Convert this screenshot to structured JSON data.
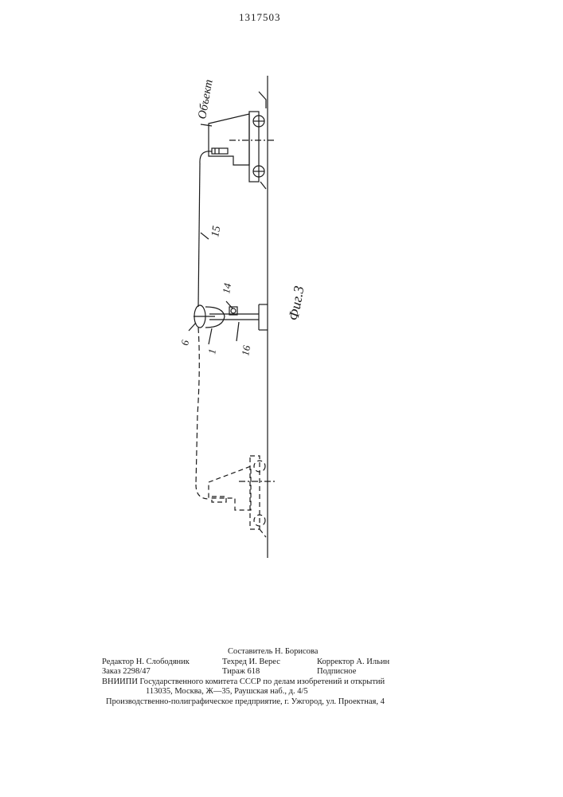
{
  "patent_number": "1317503",
  "figure": {
    "caption": "Фиг.3",
    "object_label": "Объект",
    "reference_numerals": [
      "15",
      "14",
      "6",
      "1",
      "16"
    ]
  },
  "imprint": {
    "compiler": "Составитель Н. Борисова",
    "editor": "Редактор Н. Слободяник",
    "tech_editor": "Техред И. Верес",
    "proofreader": "Корректор А. Ильин",
    "order": "Заказ 2298/47",
    "circulation": "Тираж 618",
    "subscription": "Подписное",
    "institute": "ВНИИПИ Государственного комитета СССР по делам изобретений и открытий",
    "address": "113035, Москва, Ж—35, Раушская наб., д. 4/5",
    "printer": "Производственно-полиграфическое предприятие, г. Ужгород, ул. Проектная, 4"
  }
}
